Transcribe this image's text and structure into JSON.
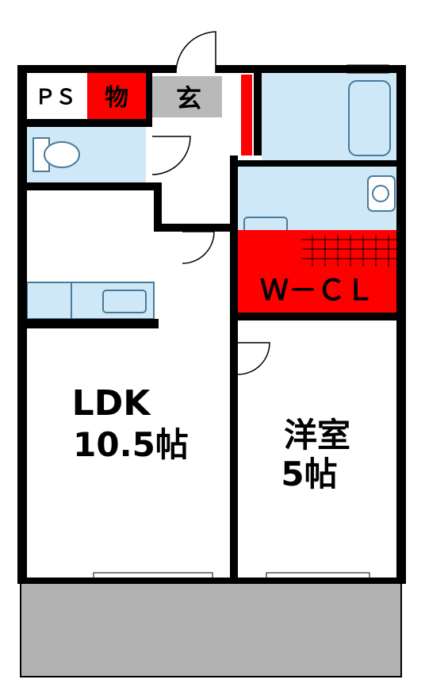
{
  "labels": {
    "ps": "ＰＳ",
    "storage": "物",
    "entrance": "玄",
    "wcl": "Ｗ－ＣＬ",
    "ldk_name": "LDK",
    "ldk_size": "10.5帖",
    "western_name": "洋室",
    "western_size": "5帖"
  },
  "colors": {
    "wall": "#000000",
    "fixture": "#cfe8f7",
    "fixture_stroke": "#4a7a9a",
    "accent_red": "#ff0000",
    "entrance_gray": "#b9b9b9",
    "balcony_gray": "#b2b2b2",
    "window_blue": "#cfe8f7"
  }
}
